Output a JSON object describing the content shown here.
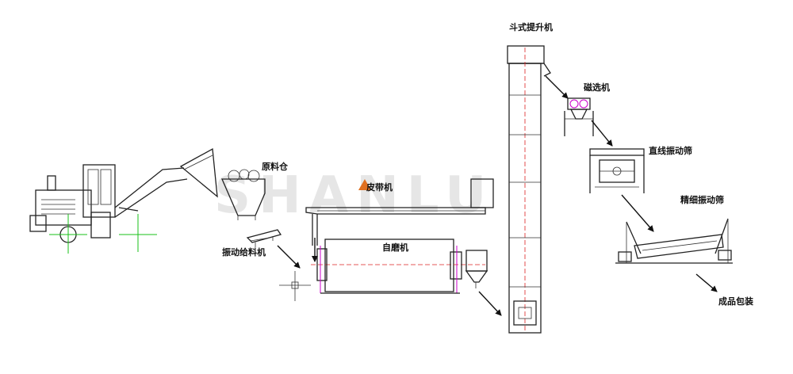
{
  "watermark": "SHANLU",
  "labels": {
    "raw_bin": "原料仓",
    "vibrating_feeder": "振动给料机",
    "belt_conveyor": "皮带机",
    "autogenous_mill": "自磨机",
    "bucket_elevator": "斗式提升机",
    "magnetic_separator": "磁选机",
    "linear_screen": "直线振动筛",
    "fine_screen": "精细振动筛",
    "packaging": "成品包装"
  },
  "colors": {
    "line": "#222222",
    "centerline": "#dd2222",
    "crosshair": "#19c219",
    "accent": "#cc00cc",
    "watermark": "#e6e6e6",
    "marker": "#e07020"
  }
}
